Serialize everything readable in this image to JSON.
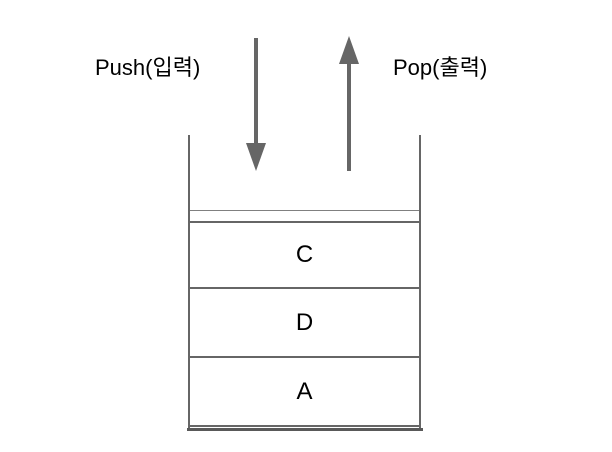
{
  "diagram": {
    "title": "stack-push-pop-diagram",
    "push_label": "Push(입력)",
    "pop_label": "Pop(출력)",
    "stack_cells": [
      "C",
      "D",
      "A"
    ],
    "colors": {
      "line": "#666666",
      "arrow": "#666666",
      "container_bottom": "#595959",
      "slot_line": "#808080",
      "text": "#000000",
      "background": "#ffffff"
    }
  }
}
